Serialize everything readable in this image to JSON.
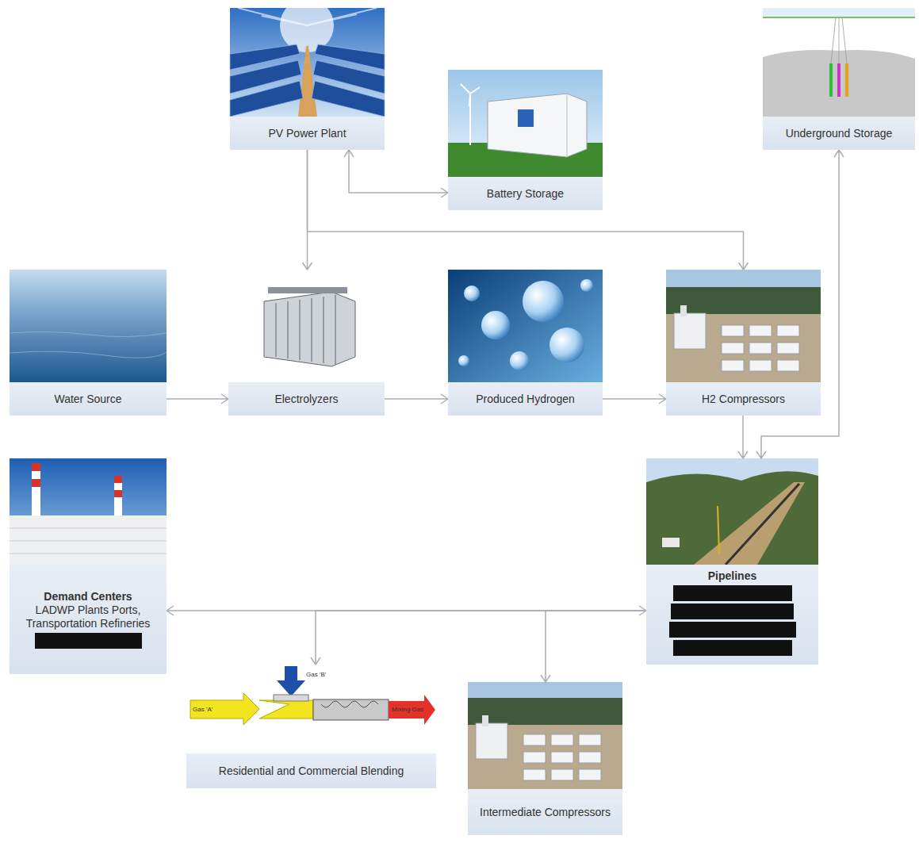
{
  "diagram": {
    "nodes": [
      {
        "text": [
          "PV Power Plant"
        ]
      },
      {
        "text": [
          "Battery Storage"
        ]
      },
      {
        "text": [
          "Underground Storage"
        ]
      },
      {
        "text": [
          "Water Source"
        ]
      },
      {
        "text": [
          "Electrolyzers"
        ]
      },
      {
        "text": [
          "Produced Hydrogen"
        ]
      },
      {
        "text": [
          "H2 Compressors"
        ]
      },
      {
        "text": [
          "Demand Centers",
          "LADWP Plants Ports, Transportation Refineries"
        ]
      },
      {
        "text": [
          "Pipelines"
        ]
      },
      {
        "text": [
          "Residential and Commercial Blending"
        ]
      },
      {
        "text": [
          "Intermediate Compressors"
        ]
      }
    ],
    "edges": [
      {
        "from": 0,
        "to": 1,
        "arrow": "both"
      },
      {
        "from": 0,
        "to": 4,
        "arrow": "to"
      },
      {
        "from": 0,
        "to": 6,
        "arrow": "to"
      },
      {
        "from": 3,
        "to": 4,
        "arrow": "to"
      },
      {
        "from": 4,
        "to": 5,
        "arrow": "to"
      },
      {
        "from": 5,
        "to": 6,
        "arrow": "to"
      },
      {
        "from": 6,
        "to": 8,
        "arrow": "to"
      },
      {
        "from": 2,
        "to": 8,
        "arrow": "both"
      },
      {
        "from": 8,
        "to": 7,
        "arrow": "to"
      },
      {
        "from": 8,
        "to": 9,
        "arrow": "to"
      },
      {
        "from": 8,
        "to": 10,
        "arrow": "both"
      }
    ],
    "labels": [
      "Gas 'A'",
      "Gas 'B'",
      "Mixing Gas"
    ]
  }
}
